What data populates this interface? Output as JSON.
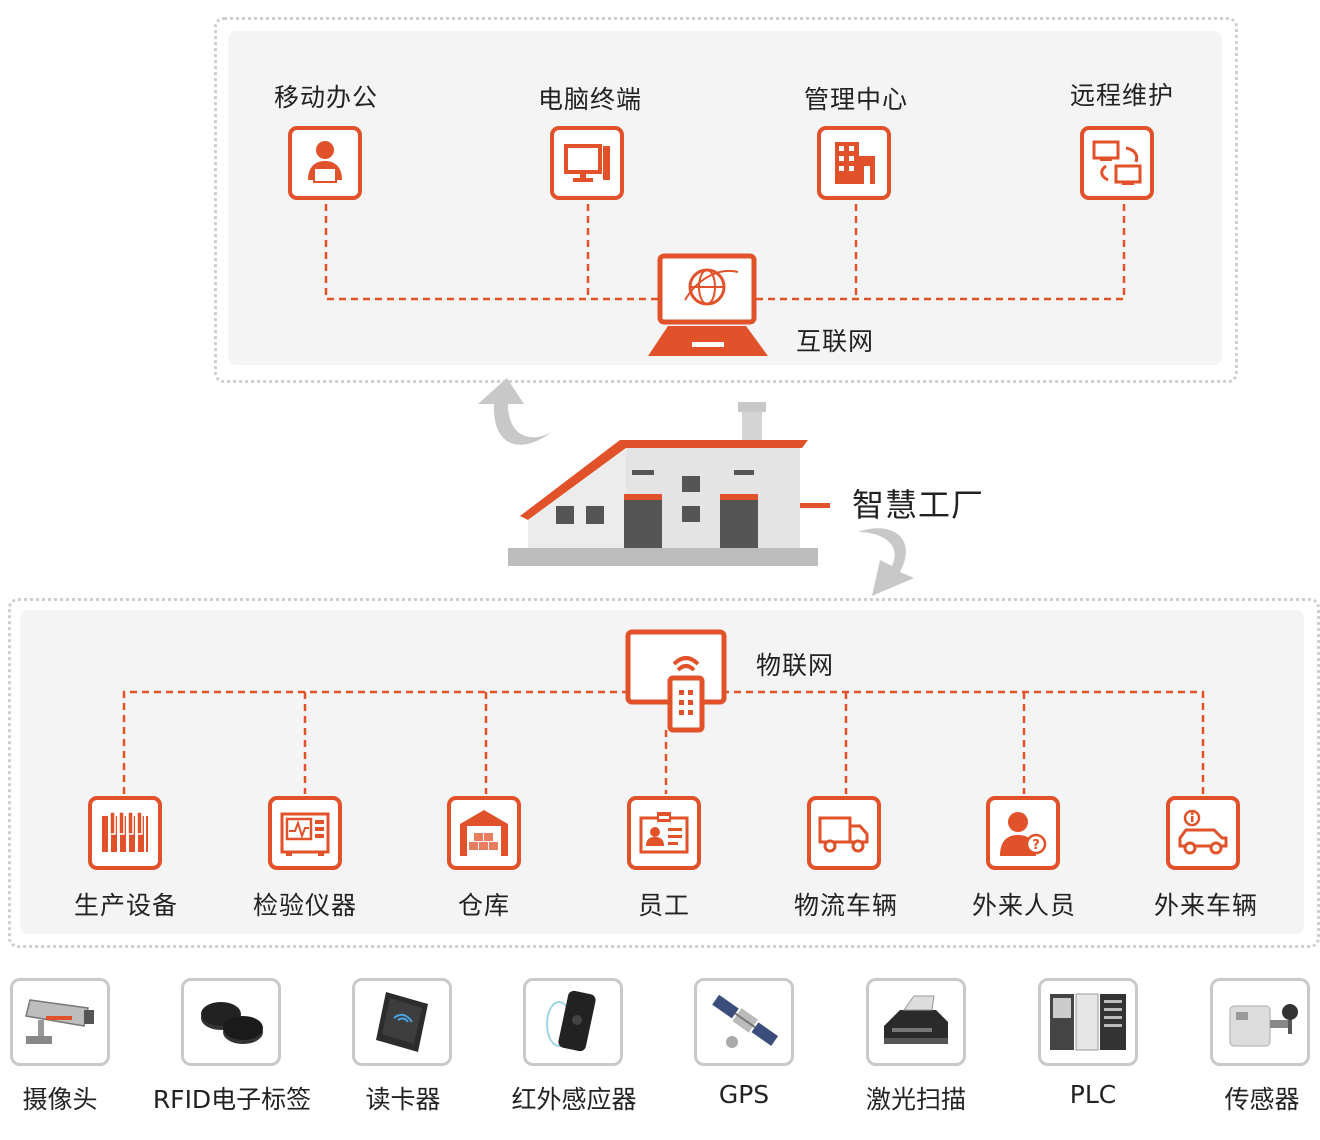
{
  "colors": {
    "accent": "#e2522a",
    "panel": "#f4f4f4",
    "border": "#cfcfcf"
  },
  "internet": {
    "title": "互联网",
    "nodes": [
      {
        "label": "移动办公",
        "icon": "user-laptop-icon"
      },
      {
        "label": "电脑终端",
        "icon": "desktop-computer-icon"
      },
      {
        "label": "管理中心",
        "icon": "building-icon"
      },
      {
        "label": "远程维护",
        "icon": "remote-maintenance-icon"
      }
    ]
  },
  "factory": {
    "title": "智慧工厂"
  },
  "iot": {
    "title": "物联网",
    "nodes": [
      {
        "label": "生产设备",
        "icon": "production-equipment-icon"
      },
      {
        "label": "检验仪器",
        "icon": "inspection-instrument-icon"
      },
      {
        "label": "仓库",
        "icon": "warehouse-icon"
      },
      {
        "label": "员工",
        "icon": "employee-badge-icon"
      },
      {
        "label": "物流车辆",
        "icon": "delivery-truck-icon"
      },
      {
        "label": "外来人员",
        "icon": "visitor-icon"
      },
      {
        "label": "外来车辆",
        "icon": "visitor-car-icon"
      }
    ]
  },
  "devices": [
    {
      "label": "摄像头",
      "icon": "camera-icon"
    },
    {
      "label": "RFID电子标签",
      "icon": "rfid-tag-icon"
    },
    {
      "label": "读卡器",
      "icon": "card-reader-icon"
    },
    {
      "label": "红外感应器",
      "icon": "infrared-sensor-icon"
    },
    {
      "label": "GPS",
      "icon": "gps-satellite-icon"
    },
    {
      "label": "激光扫描",
      "icon": "laser-scanner-icon"
    },
    {
      "label": "PLC",
      "icon": "plc-icon"
    },
    {
      "label": "传感器",
      "icon": "sensor-icon"
    }
  ]
}
